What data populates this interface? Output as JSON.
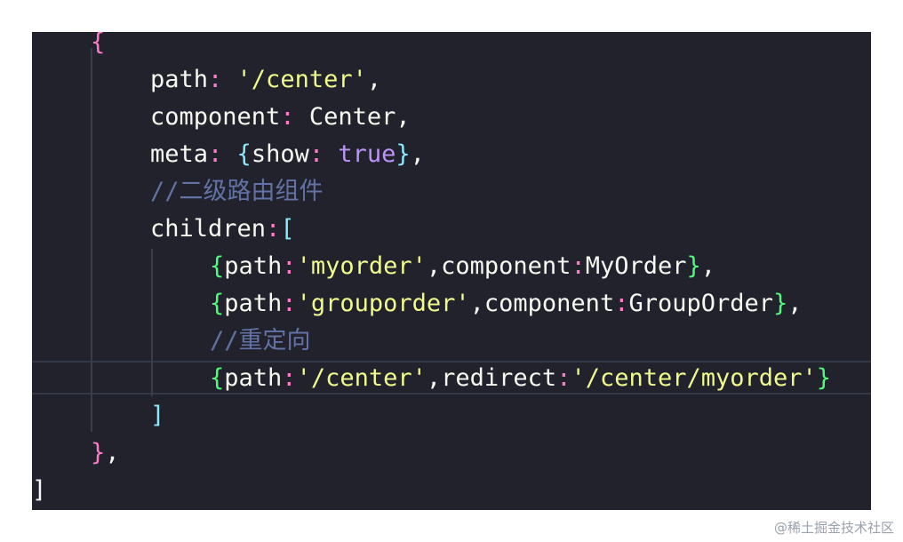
{
  "code_lines": [
    [
      {
        "t": "{",
        "c": "pink"
      }
    ],
    [
      {
        "t": "path",
        "c": "white"
      },
      {
        "t": ": ",
        "c": "pink"
      },
      {
        "t": "'/center'",
        "c": "yellow"
      },
      {
        "t": ",",
        "c": "white"
      }
    ],
    [
      {
        "t": "component",
        "c": "white"
      },
      {
        "t": ": ",
        "c": "pink"
      },
      {
        "t": "Center,",
        "c": "white"
      }
    ],
    [
      {
        "t": "meta",
        "c": "white"
      },
      {
        "t": ": ",
        "c": "pink"
      },
      {
        "t": "{",
        "c": "cyan"
      },
      {
        "t": "show",
        "c": "white"
      },
      {
        "t": ": ",
        "c": "pink"
      },
      {
        "t": "true",
        "c": "purple"
      },
      {
        "t": "}",
        "c": "cyan"
      },
      {
        "t": ",",
        "c": "white"
      }
    ],
    [
      {
        "t": "//二级路由组件",
        "c": "comment"
      }
    ],
    [
      {
        "t": "children",
        "c": "white"
      },
      {
        "t": ":",
        "c": "pink"
      },
      {
        "t": "[",
        "c": "cyan"
      }
    ],
    [
      {
        "t": "{",
        "c": "green"
      },
      {
        "t": "path",
        "c": "white"
      },
      {
        "t": ":",
        "c": "pink"
      },
      {
        "t": "'myorder'",
        "c": "yellow"
      },
      {
        "t": ",component",
        "c": "white"
      },
      {
        "t": ":",
        "c": "pink"
      },
      {
        "t": "MyOrder",
        "c": "white"
      },
      {
        "t": "}",
        "c": "green"
      },
      {
        "t": ",",
        "c": "white"
      }
    ],
    [
      {
        "t": "{",
        "c": "green"
      },
      {
        "t": "path",
        "c": "white"
      },
      {
        "t": ":",
        "c": "pink"
      },
      {
        "t": "'grouporder'",
        "c": "yellow"
      },
      {
        "t": ",component",
        "c": "white"
      },
      {
        "t": ":",
        "c": "pink"
      },
      {
        "t": "GroupOrder",
        "c": "white"
      },
      {
        "t": "}",
        "c": "green"
      },
      {
        "t": ",",
        "c": "white"
      }
    ],
    [
      {
        "t": "//重定向",
        "c": "comment"
      }
    ],
    [
      {
        "t": "{",
        "c": "green"
      },
      {
        "t": "path",
        "c": "white"
      },
      {
        "t": ":",
        "c": "pink"
      },
      {
        "t": "'/center'",
        "c": "yellow"
      },
      {
        "t": ",redirect",
        "c": "white"
      },
      {
        "t": ":",
        "c": "pink"
      },
      {
        "t": "'/center/myorder'",
        "c": "yellow"
      },
      {
        "t": "}",
        "c": "green"
      }
    ],
    [
      {
        "t": "]",
        "c": "cyan"
      }
    ],
    [
      {
        "t": "}",
        "c": "pink"
      },
      {
        "t": ",",
        "c": "white"
      }
    ],
    [
      {
        "t": "]",
        "c": "white"
      }
    ]
  ],
  "watermark": "@稀土掘金技术社区"
}
